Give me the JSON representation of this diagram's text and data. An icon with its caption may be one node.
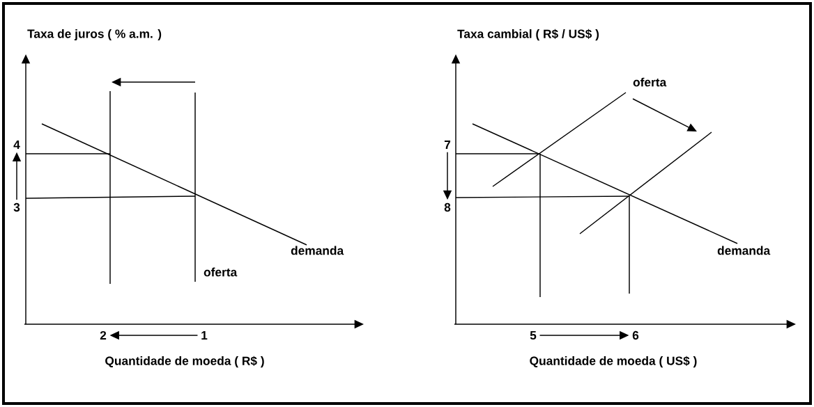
{
  "diagram": {
    "nodes": [
      {
        "text": [
          "4"
        ]
      },
      {
        "text": [
          "3"
        ]
      },
      {
        "text": [
          "2"
        ]
      },
      {
        "text": [
          "1"
        ]
      },
      {
        "text": [
          "7"
        ]
      },
      {
        "text": [
          "8"
        ]
      },
      {
        "text": [
          "5"
        ]
      },
      {
        "text": [
          "6"
        ]
      }
    ],
    "edges": [
      {
        "from": 1,
        "to": 0,
        "arrow": "to"
      },
      {
        "from": 3,
        "to": 2,
        "arrow": "to"
      },
      {
        "from": 4,
        "to": 5,
        "arrow": "to"
      },
      {
        "from": 6,
        "to": 7,
        "arrow": "to"
      }
    ],
    "labels": [
      "Taxa de juros ( % a.m. )",
      "oferta",
      "demanda",
      "Quantidade de moeda ( R$ )",
      "Taxa cambial ( R$ / US$ )",
      "oferta",
      "demanda",
      "Quantidade de moeda ( US$ )"
    ]
  }
}
